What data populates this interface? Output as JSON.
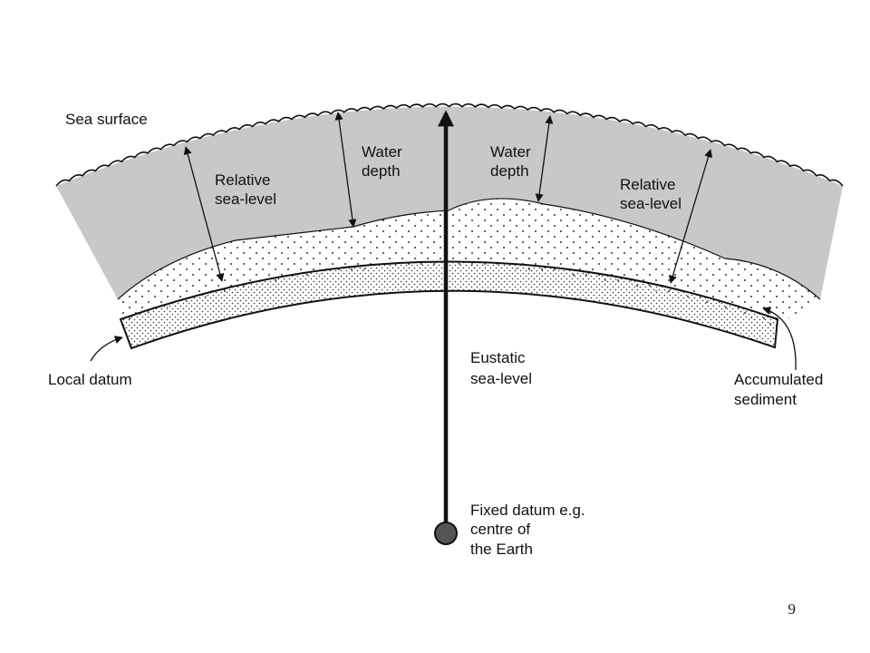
{
  "labels": {
    "sea_surface": "Sea surface",
    "relative_left_1": "Relative",
    "relative_left_2": "sea-level",
    "water_depth_left_1": "Water",
    "water_depth_left_2": "depth",
    "water_depth_right_1": "Water",
    "water_depth_right_2": "depth",
    "relative_right_1": "Relative",
    "relative_right_2": "sea-level",
    "local_datum": "Local datum",
    "eustatic_1": "Eustatic",
    "eustatic_2": "sea-level",
    "accumulated_1": "Accumulated",
    "accumulated_2": "sediment",
    "fixed_1": "Fixed datum e.g.",
    "fixed_2": "centre of",
    "fixed_3": "the Earth"
  },
  "page_number": "9",
  "colors": {
    "water": "#c8c8c8",
    "line": "#111111",
    "sediment_dots": "#333333",
    "earth_centre": "#555555"
  }
}
